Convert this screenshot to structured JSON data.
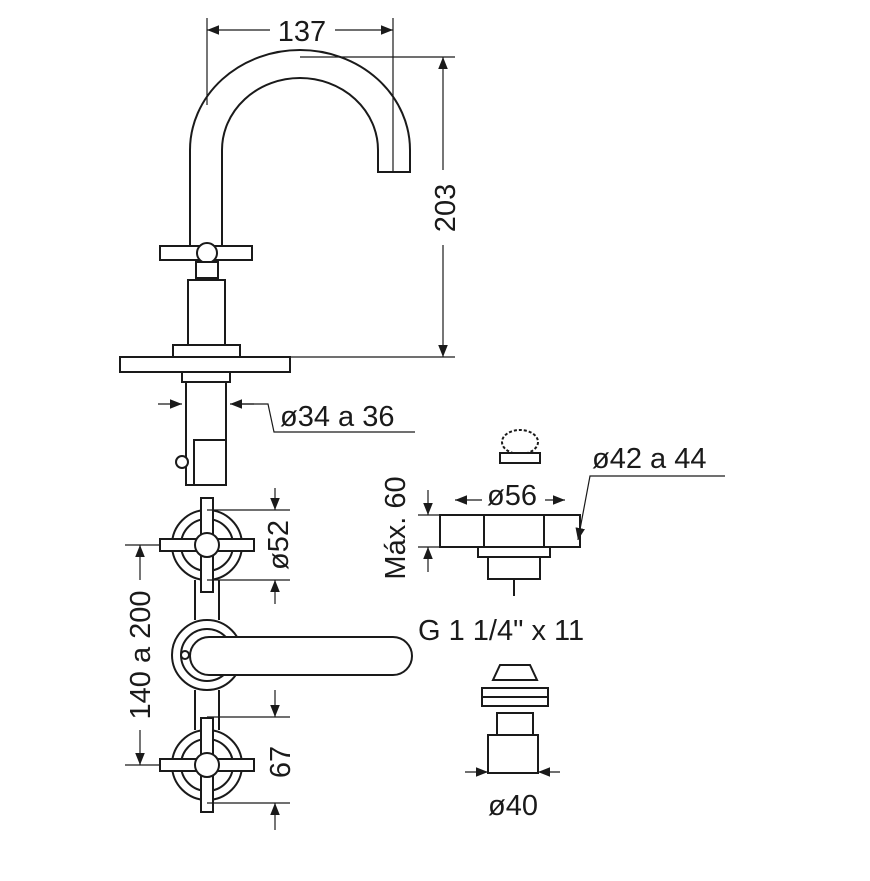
{
  "dimensions": {
    "spout_reach": "137",
    "spout_height": "203",
    "hole_diameter": "ø34 a 36",
    "drain_hole_diameter": "ø42 a 44",
    "drain_flange_diameter": "ø56",
    "max_thickness": "Máx. 60",
    "handle_diameter": "ø52",
    "handle_spacing": "140 a 200",
    "drain_thread": "G 1 1/4\" x 11",
    "handle_height": "67",
    "nut_diameter": "ø40"
  },
  "colors": {
    "line": "#1a1a1a",
    "background": "#ffffff"
  }
}
